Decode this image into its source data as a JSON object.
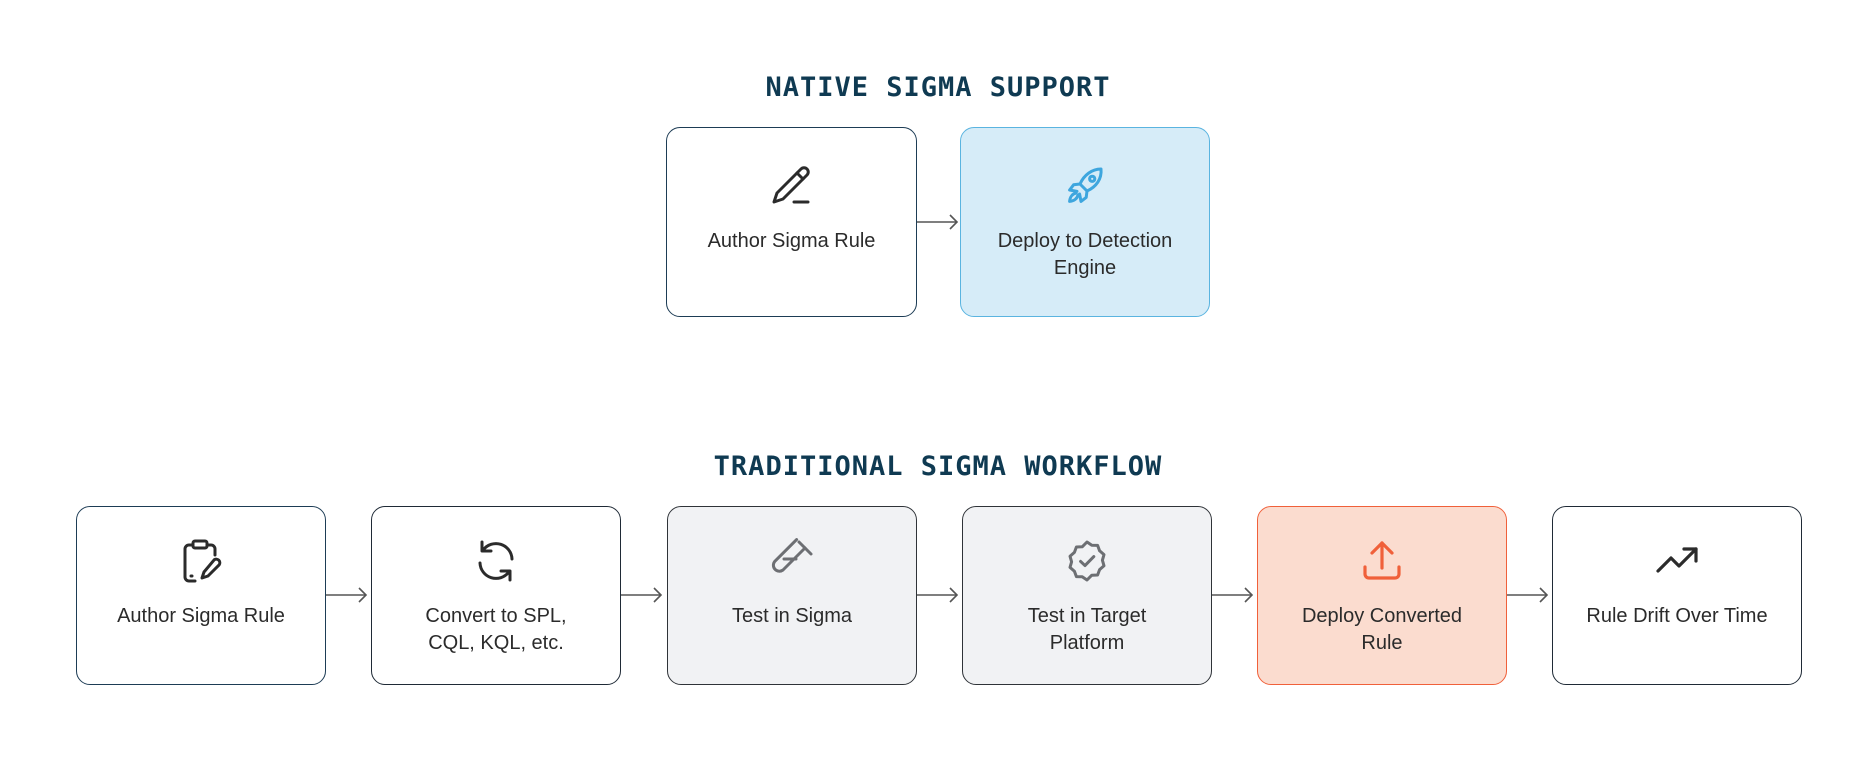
{
  "native": {
    "title": "NATIVE SIGMA SUPPORT",
    "steps": [
      {
        "label": "Author Sigma Rule",
        "icon": "pen-icon"
      },
      {
        "label": "Deploy to Detection Engine",
        "icon": "rocket-icon"
      }
    ]
  },
  "traditional": {
    "title": "TRADITIONAL SIGMA WORKFLOW",
    "steps": [
      {
        "label": "Author Sigma Rule",
        "icon": "clipboard-edit-icon"
      },
      {
        "label": "Convert to SPL, CQL, KQL, etc.",
        "icon": "refresh-icon"
      },
      {
        "label": "Test in Sigma",
        "icon": "test-tube-icon"
      },
      {
        "label": "Test in Target Platform",
        "icon": "badge-check-icon"
      },
      {
        "label": "Deploy Converted Rule",
        "icon": "upload-icon"
      },
      {
        "label": "Rule Drift Over Time",
        "icon": "trending-up-icon"
      }
    ]
  },
  "colors": {
    "title": "#0f3a52",
    "deploy_blue_fill": "#d6ecf8",
    "deploy_blue_accent": "#3ea6de",
    "deploy_orange_fill": "#fbdccf",
    "deploy_orange_accent": "#f0603a",
    "gray_fill": "#f1f2f4"
  }
}
